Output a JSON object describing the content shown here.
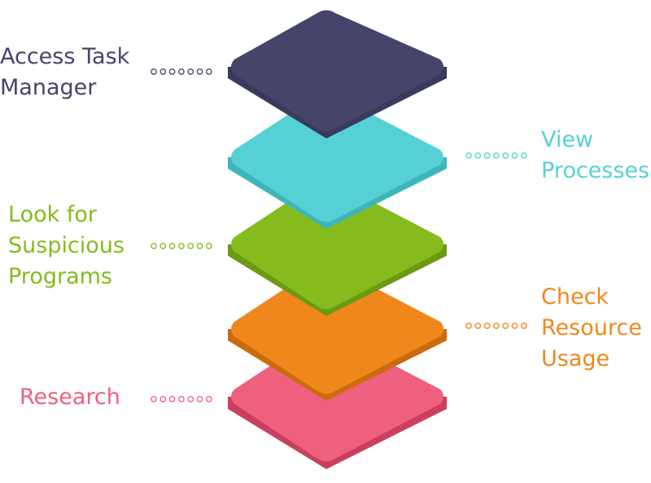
{
  "steps": [
    {
      "label_lines": [
        "Access Task",
        "Manager"
      ],
      "color": "#45456b",
      "side": "#3a3a5c"
    },
    {
      "label_lines": [
        "View",
        "Processes"
      ],
      "color": "#55d1d6",
      "side": "#3fb5ba"
    },
    {
      "label_lines": [
        "Look for",
        "Suspicious",
        "Programs"
      ],
      "color": "#86bb1e",
      "side": "#6c9a12"
    },
    {
      "label_lines": [
        "Check",
        "Resource",
        "Usage"
      ],
      "color": "#f0871c",
      "side": "#c96c0e"
    },
    {
      "label_lines": [
        "Research"
      ],
      "color": "#ef5f7e",
      "side": "#c8405e"
    }
  ]
}
